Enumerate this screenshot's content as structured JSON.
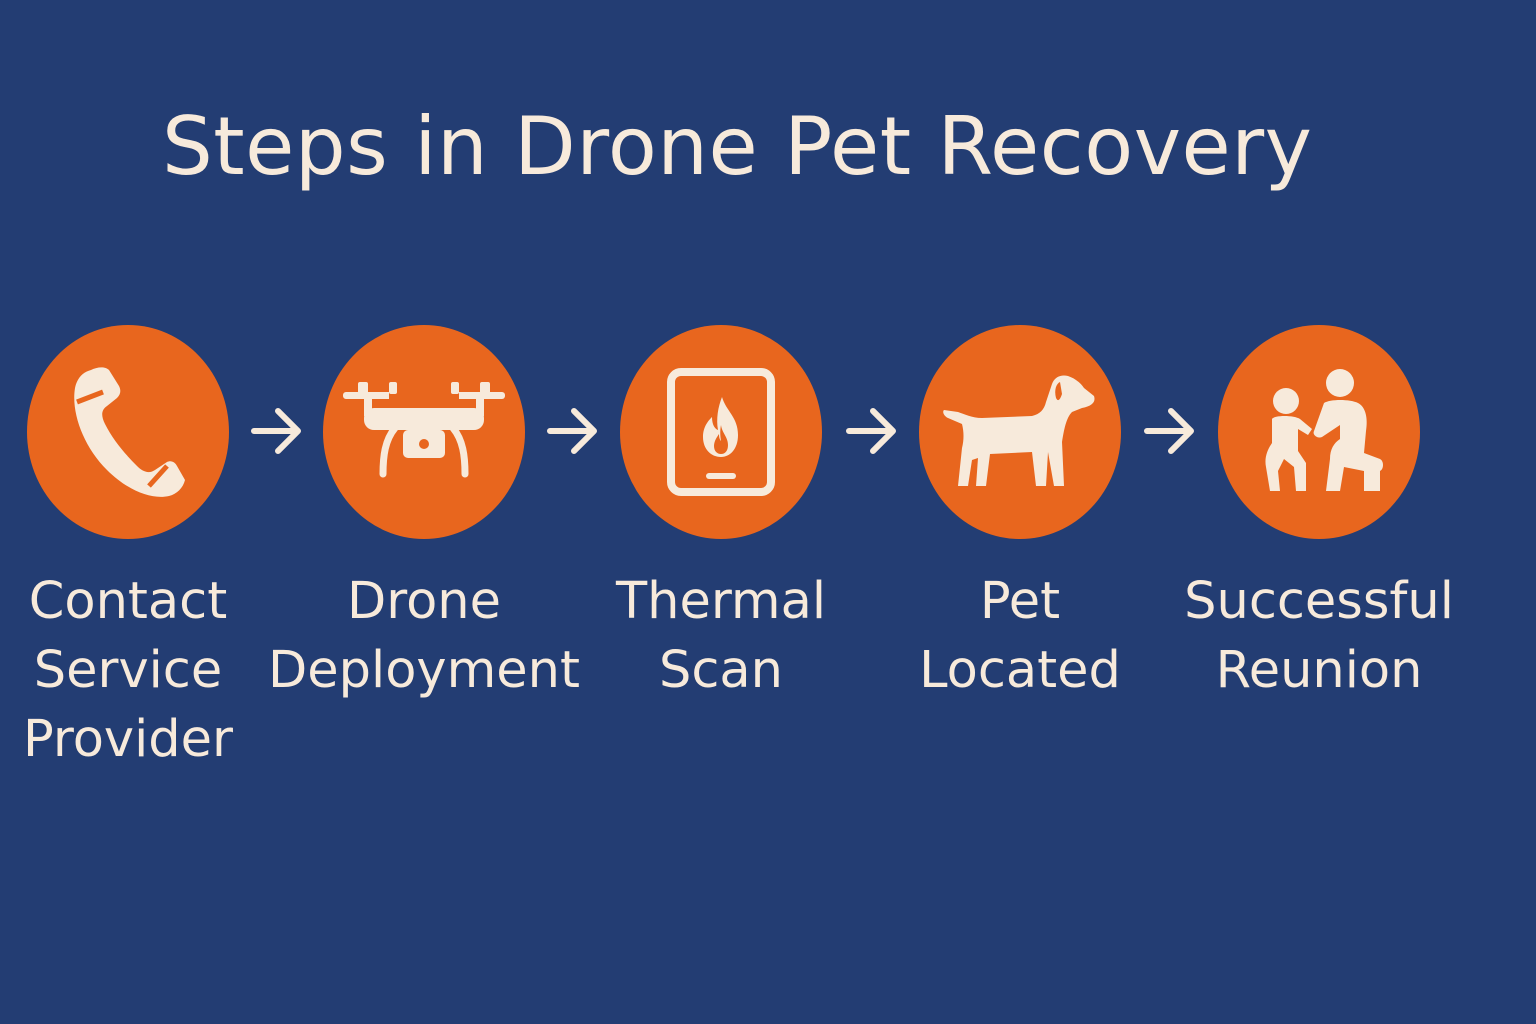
{
  "title": "Steps in Drone Pet Recovery",
  "colors": {
    "background": "#233d73",
    "circle": "#e8661e",
    "text": "#f7eadb"
  },
  "steps": [
    {
      "icon": "phone-icon",
      "label_lines": [
        "Contact",
        "Service",
        "Provider"
      ]
    },
    {
      "icon": "drone-icon",
      "label_lines": [
        "Drone",
        "Deployment"
      ]
    },
    {
      "icon": "thermal-tablet-icon",
      "label_lines": [
        "Thermal",
        "Scan"
      ]
    },
    {
      "icon": "dog-icon",
      "label_lines": [
        "Pet",
        "Located"
      ]
    },
    {
      "icon": "reunion-people-icon",
      "label_lines": [
        "Successful",
        "Reunion"
      ]
    }
  ]
}
